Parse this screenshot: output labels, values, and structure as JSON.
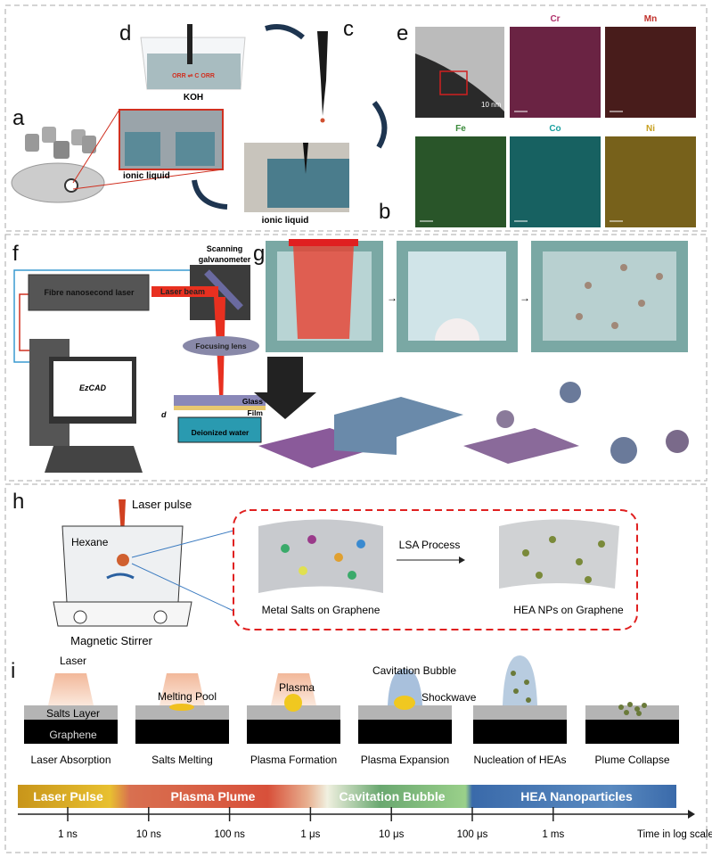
{
  "panels": {
    "a": {
      "label": "a",
      "zoom_caption": "ionic liquid"
    },
    "b": {
      "label": "b",
      "caption": "ionic liquid"
    },
    "c": {
      "label": "c"
    },
    "d": {
      "label": "d",
      "reaction_text": "ORR ⇌ C ORR",
      "electrolyte": "KOH"
    },
    "e": {
      "label": "e",
      "scale_bar": "10 nm",
      "maps": [
        {
          "element": "Cr",
          "color": "#b0306a"
        },
        {
          "element": "Mn",
          "color": "#c0302a"
        },
        {
          "element": "Fe",
          "color": "#3a8a3a"
        },
        {
          "element": "Co",
          "color": "#1aa0a0"
        },
        {
          "element": "Ni",
          "color": "#c8a020"
        }
      ]
    },
    "f": {
      "label": "f",
      "laser": "Fibre nanosecond laser",
      "beam": "Laser beam",
      "galvanometer_line1": "Scanning",
      "galvanometer_line2": "galvanometer",
      "lens": "Focusing lens",
      "software": "EzCAD",
      "glass": "Glass",
      "film": "Film",
      "water": "Deionized water",
      "gap": "d"
    },
    "g": {
      "label": "g"
    },
    "h": {
      "label": "h",
      "laser_pulse": "Laser pulse",
      "solvent": "Hexane",
      "stirrer": "Magnetic Stirrer",
      "process": "LSA Process",
      "before": "Metal Salts on Graphene",
      "after": "HEA NPs on Graphene"
    },
    "i": {
      "label": "i",
      "annotations": {
        "laser": "Laser",
        "salts_layer": "Salts Layer",
        "graphene": "Graphene",
        "melting_pool": "Melting Pool",
        "plasma": "Plasma",
        "cavitation_bubble": "Cavitation Bubble",
        "shockwave": "Shockwave"
      },
      "stages": [
        "Laser Absorption",
        "Salts Melting",
        "Plasma Formation",
        "Plasma Expansion",
        "Nucleation of HEAs",
        "Plume Collapse"
      ]
    }
  },
  "timeline": {
    "phases": [
      {
        "name": "Laser Pulse",
        "color": "#c8a020"
      },
      {
        "name": "Plasma Plume",
        "color": "#d85a3a"
      },
      {
        "name": "Cavitation Bubble",
        "color": "#7ab870"
      },
      {
        "name": "HEA Nanoparticles",
        "color": "#3a6aaa"
      }
    ],
    "ticks": [
      "1 ns",
      "10 ns",
      "100 ns",
      "1 μs",
      "10 μs",
      "100 μs",
      "1 ms"
    ],
    "axis_label": "Time in log scale"
  }
}
